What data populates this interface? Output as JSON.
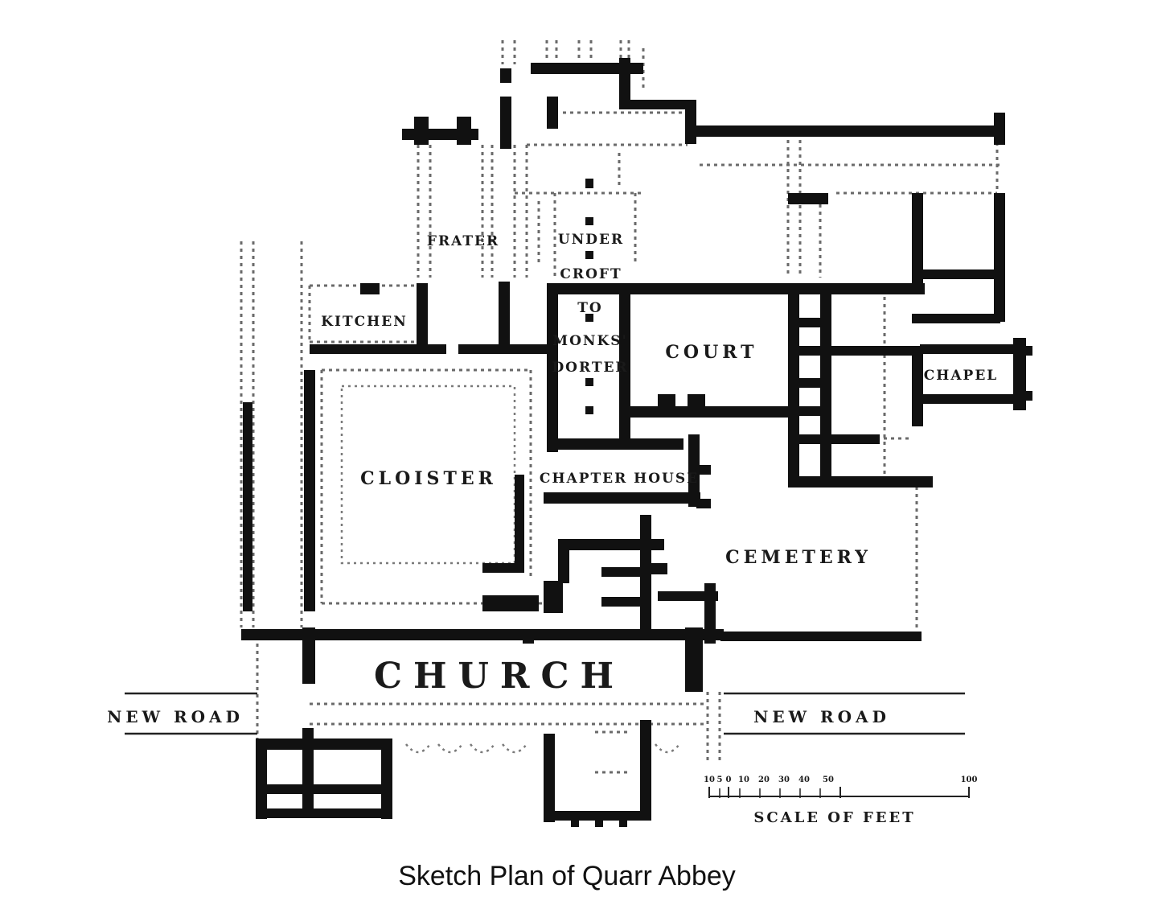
{
  "caption": "Sketch Plan of Quarr Abbey",
  "rooms": {
    "frater": "FRATER",
    "undercroft_top": "UNDER",
    "undercroft_bottom": "CROFT",
    "kitchen": "KITCHEN",
    "to": "TO",
    "monks": "MONKS'",
    "dorter": "DORTER",
    "court": "COURT",
    "chapel": "CHAPEL",
    "cloister": "CLOISTER",
    "chapter_house": "CHAPTER HOUSE",
    "cemetery": "CEMETERY",
    "church": "CHURCH"
  },
  "roads": {
    "left": "NEW ROAD",
    "right": "NEW ROAD"
  },
  "scale": {
    "label": "SCALE OF FEET",
    "ticks": [
      "10",
      "5",
      "0",
      "10",
      "20",
      "30",
      "40",
      "50",
      "100"
    ]
  },
  "colors": {
    "walls": "#111111",
    "ruins": "#6a6a6a",
    "background": "#ffffff"
  }
}
